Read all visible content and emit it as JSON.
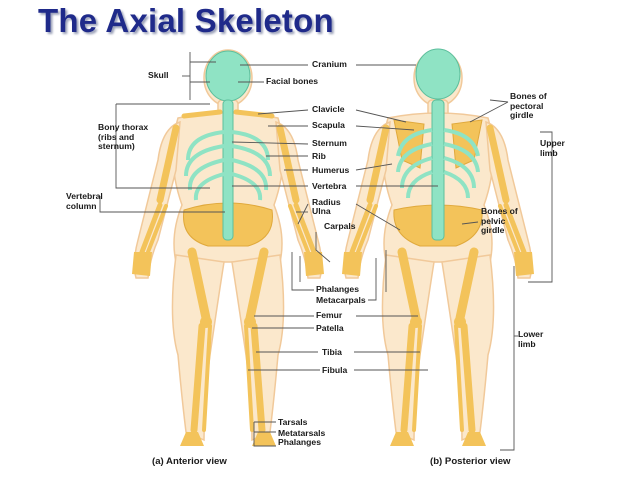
{
  "title": "The Axial Skeleton",
  "colors": {
    "title": "#1f2a8a",
    "axial": "#8fe3c4",
    "appendicular": "#f3c35a",
    "body": "#fbe8cc",
    "leader": "#555555"
  },
  "labels": {
    "skull": "Skull",
    "bony_thorax": "Bony thorax\n(ribs and\nsternum)",
    "vertebral_column": "Vertebral\ncolumn",
    "cranium": "Cranium",
    "facial_bones": "Facial bones",
    "clavicle": "Clavicle",
    "scapula": "Scapula",
    "sternum": "Sternum",
    "rib": "Rib",
    "humerus": "Humerus",
    "vertebra": "Vertebra",
    "radius": "Radius",
    "ulna": "Ulna",
    "carpals": "Carpals",
    "phalanges_hand": "Phalanges",
    "metacarpals": "Metacarpals",
    "femur": "Femur",
    "patella": "Patella",
    "tibia": "Tibia",
    "fibula": "Fibula",
    "tarsals": "Tarsals",
    "metatarsals": "Metatarsals",
    "phalanges_foot": "Phalanges",
    "bones_pectoral": "Bones of\npectoral\ngirdle",
    "upper_limb": "Upper\nlimb",
    "bones_pelvic": "Bones of\npelvic\ngirdle",
    "lower_limb": "Lower\nlimb"
  },
  "captions": {
    "anterior": "(a) Anterior view",
    "posterior": "(b) Posterior view"
  }
}
